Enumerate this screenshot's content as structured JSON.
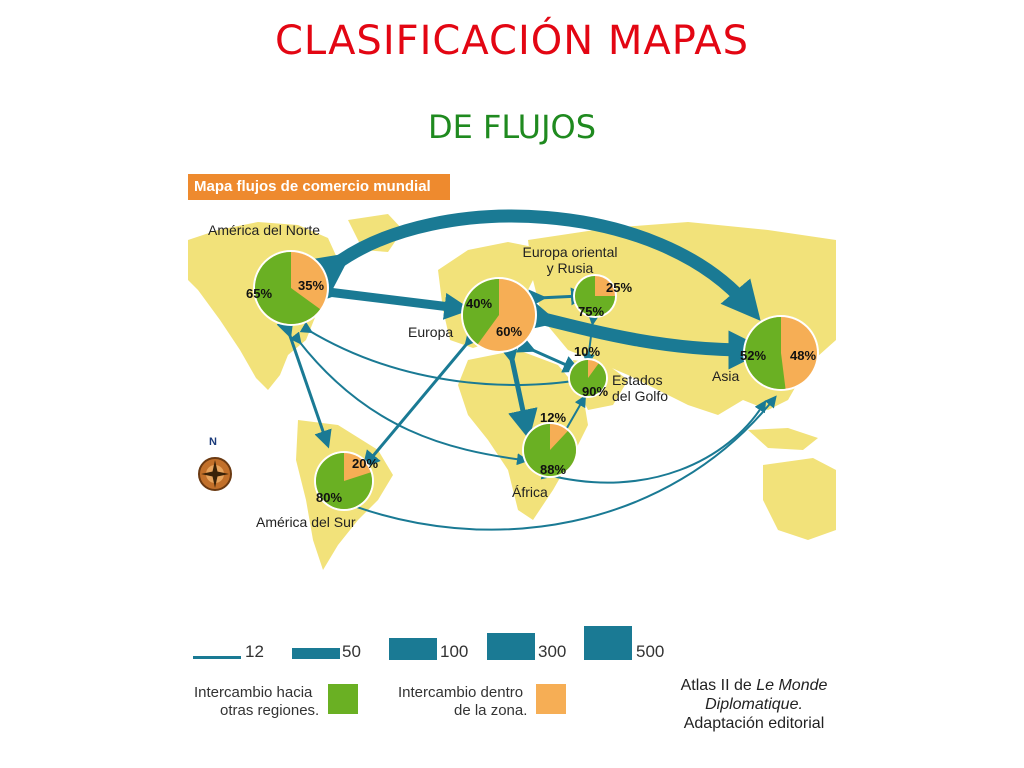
{
  "title": "CLASIFICACIÓN MAPAS",
  "subtitle": "DE FLUJOS",
  "map_title": "Mapa flujos de comercio mundial",
  "compass_label": "N",
  "regions": [
    {
      "label": "América del Norte",
      "pct_other": "65%",
      "pct_within": "35%",
      "other_frac": 0.65
    },
    {
      "label": "Europa",
      "pct_other": "40%",
      "pct_within": "60%",
      "other_frac": 0.4
    },
    {
      "label": "Europa oriental y Rusia",
      "pct_other": "75%",
      "pct_within": "25%",
      "other_frac": 0.75
    },
    {
      "label": "Asia",
      "pct_other": "52%",
      "pct_within": "48%",
      "other_frac": 0.52
    },
    {
      "label": "Estados del Golfo",
      "pct_other": "90%",
      "pct_within": "10%",
      "other_frac": 0.9
    },
    {
      "label": "África",
      "pct_other": "88%",
      "pct_within": "12%",
      "other_frac": 0.88
    },
    {
      "label": "América del Sur",
      "pct_other": "80%",
      "pct_within": "20%",
      "other_frac": 0.8
    }
  ],
  "legend": {
    "flows": [
      "12",
      "50",
      "100",
      "300",
      "500"
    ],
    "other_label_1": "Intercambio hacia",
    "other_label_2": "otras regiones.",
    "within_label_1": "Intercambio dentro",
    "within_label_2": "de la zona."
  },
  "credit": {
    "line1_prefix": "Atlas II de",
    "line1_italic": "Le Monde",
    "line2": "Diplomatique.",
    "line3": "Adaptación editorial"
  },
  "colors": {
    "title": "#e30613",
    "subtitle": "#1f8a1f",
    "banner": "#ee8a2e",
    "land": "#f2e27a",
    "ocean": "#ffffff",
    "flow": "#1a7a94",
    "other": "#6ab023",
    "within": "#f6ae55"
  }
}
